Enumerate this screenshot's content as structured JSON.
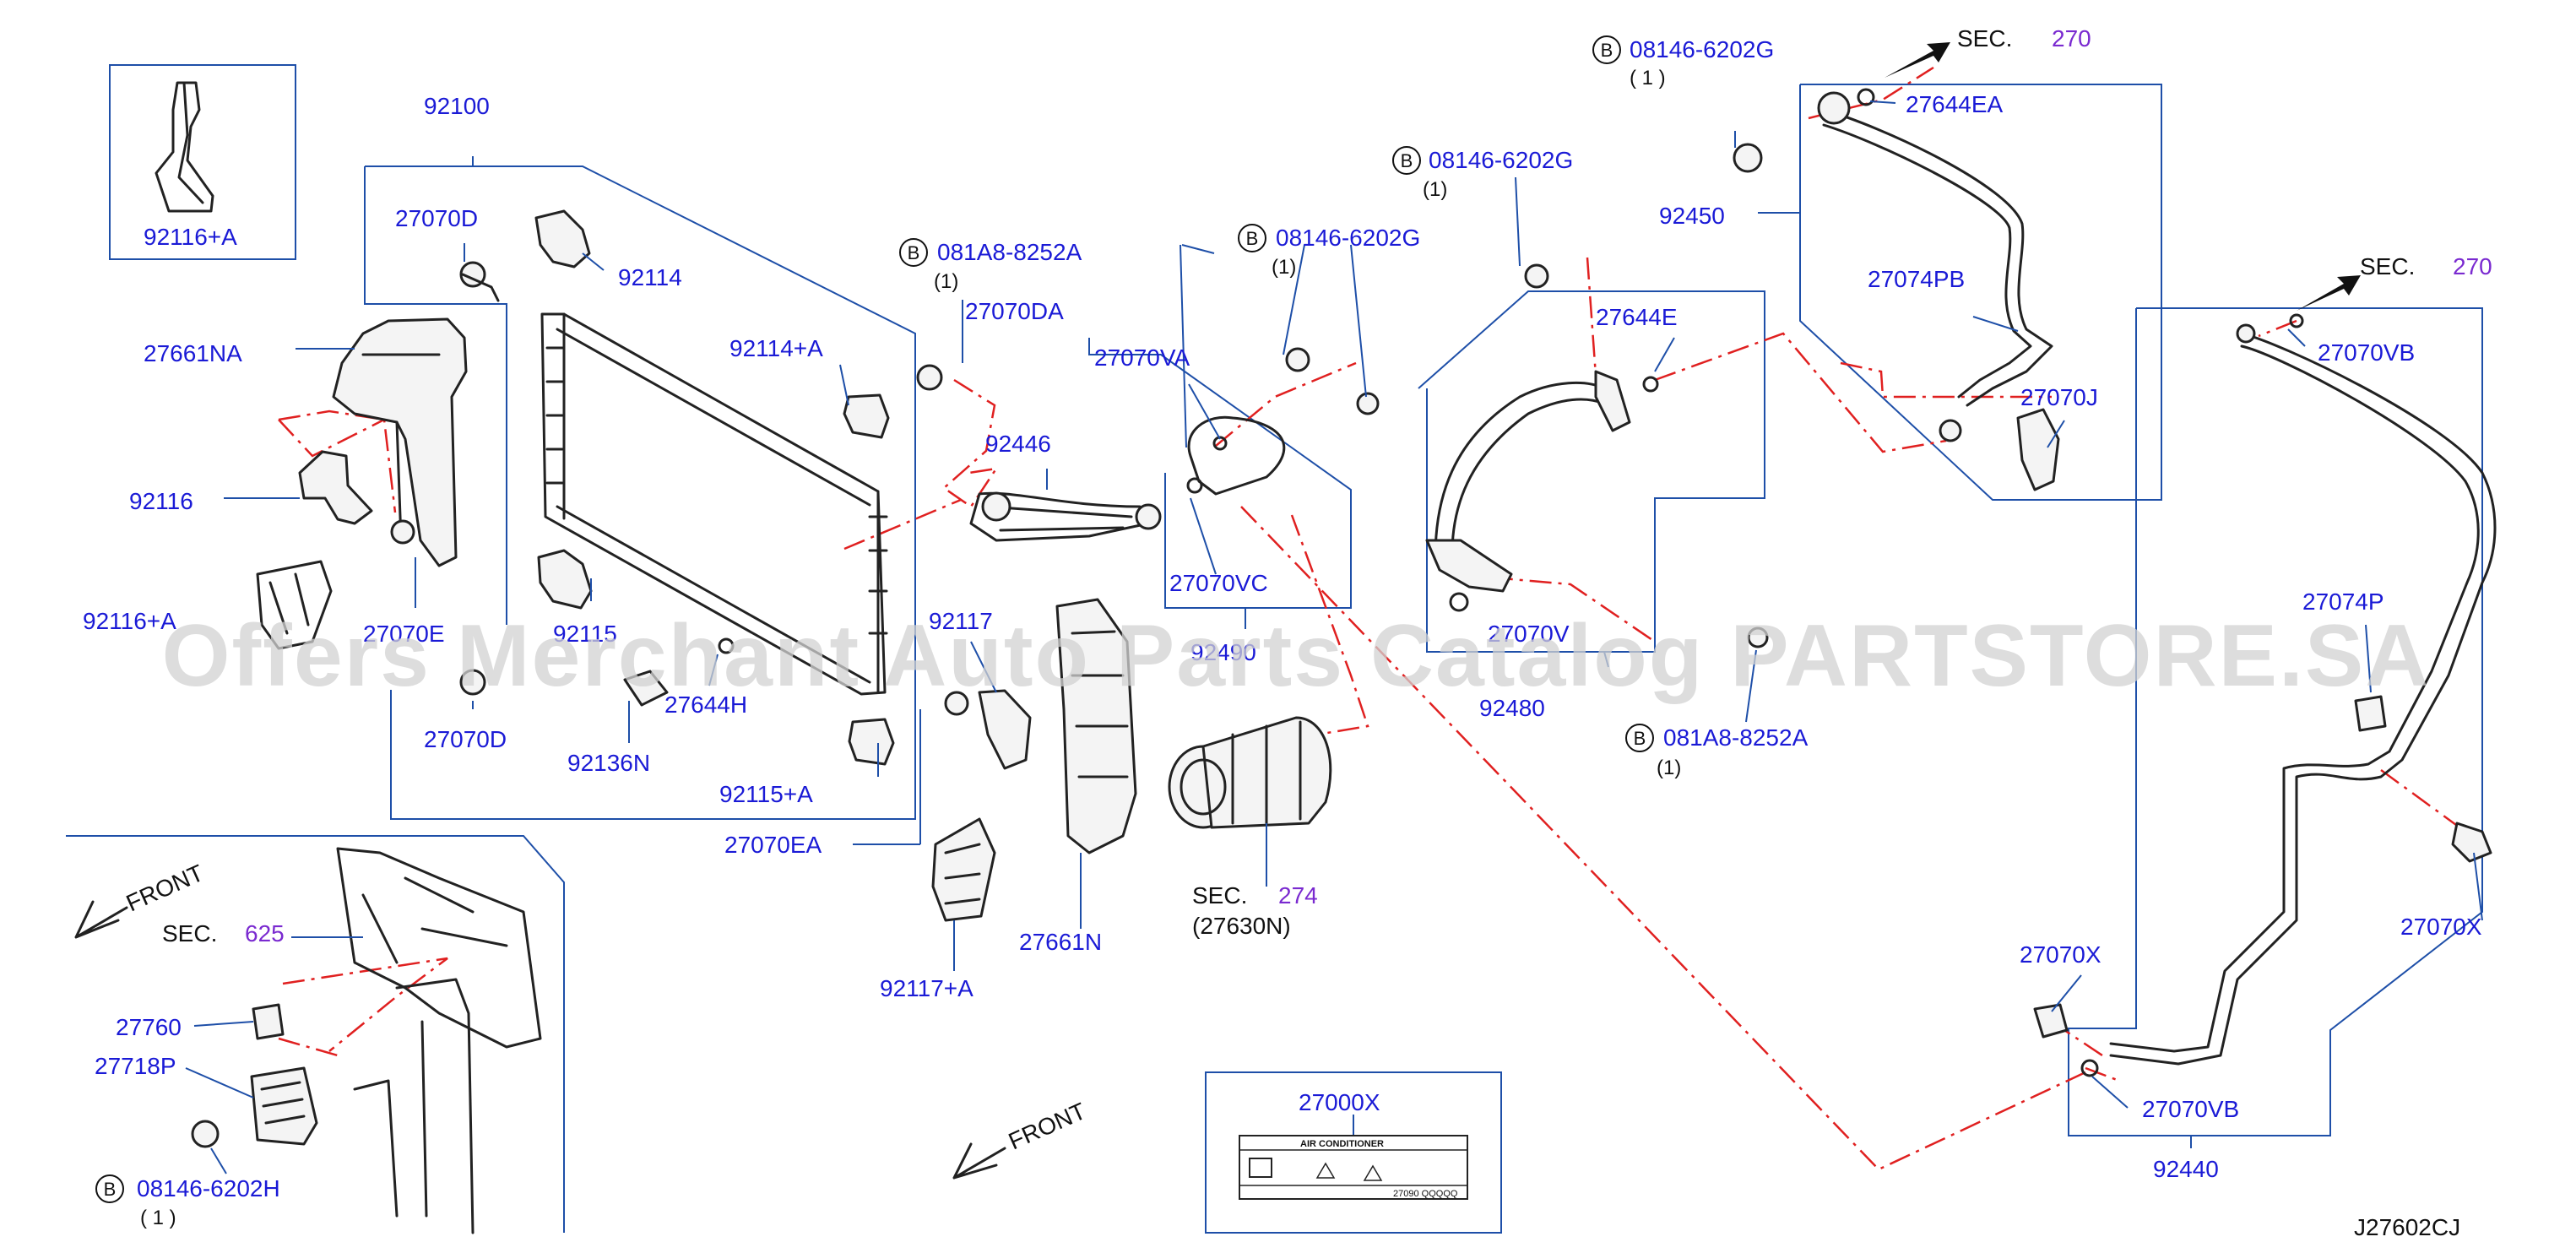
{
  "diagram": {
    "code": "J27602CJ",
    "watermark": "Offers Merchant Auto Parts Catalog PARTSTORE.SA",
    "front_label": "FRONT",
    "sec_word": "SEC.",
    "b_marker": "B",
    "parts": {
      "p92116A": "92116+A",
      "p92100": "92100",
      "p27070D_top": "27070D",
      "p92114": "92114",
      "p27661NA": "27661NA",
      "p92114A": "92114+A",
      "p92116": "92116",
      "p92116A_left": "92116+A",
      "p27070E": "27070E",
      "p92115": "92115",
      "p27070D_bottom": "27070D",
      "p27644H": "27644H",
      "p92136N": "92136N",
      "p92115A": "92115+A",
      "p27070EA": "27070EA",
      "p081A8_8252A_top": "081A8-8252A",
      "p27070DA": "27070DA",
      "p92446": "92446",
      "p27070VA": "27070VA",
      "p08146_6202G_mid": "08146-6202G",
      "p27070VC": "27070VC",
      "p92490": "92490",
      "p92117": "92117",
      "p92117A": "92117+A",
      "p27661N": "27661N",
      "p27630N": "(27630N)",
      "p08146_6202G_center": "08146-6202G",
      "p27644E": "27644E",
      "p27070V": "27070V",
      "p92480": "92480",
      "p081A8_8252A_right": "081A8-8252A",
      "p08146_6202G_top": "08146-6202G",
      "p27644EA": "27644EA",
      "p92450": "92450",
      "p27074PB": "27074PB",
      "p27070J": "27070J",
      "p27070VB_top": "27070VB",
      "p27074P": "27074P",
      "p27070X_right": "27070X",
      "p27070X_left": "27070X",
      "p27070VB_bottom": "27070VB",
      "p92440": "92440",
      "p27760": "27760",
      "p27718P": "27718P",
      "p08146_6202H": "08146-6202H",
      "p27000X": "27000X"
    },
    "sections": {
      "sec270_top": "270",
      "sec270_right": "270",
      "sec274": "274",
      "sec625": "625"
    },
    "quantities": {
      "q1_paren": "(1)",
      "q1_spaced": "( 1 )"
    },
    "label_plate": {
      "title": "AIR CONDITIONER",
      "code": "27090 QQQQQ"
    }
  }
}
